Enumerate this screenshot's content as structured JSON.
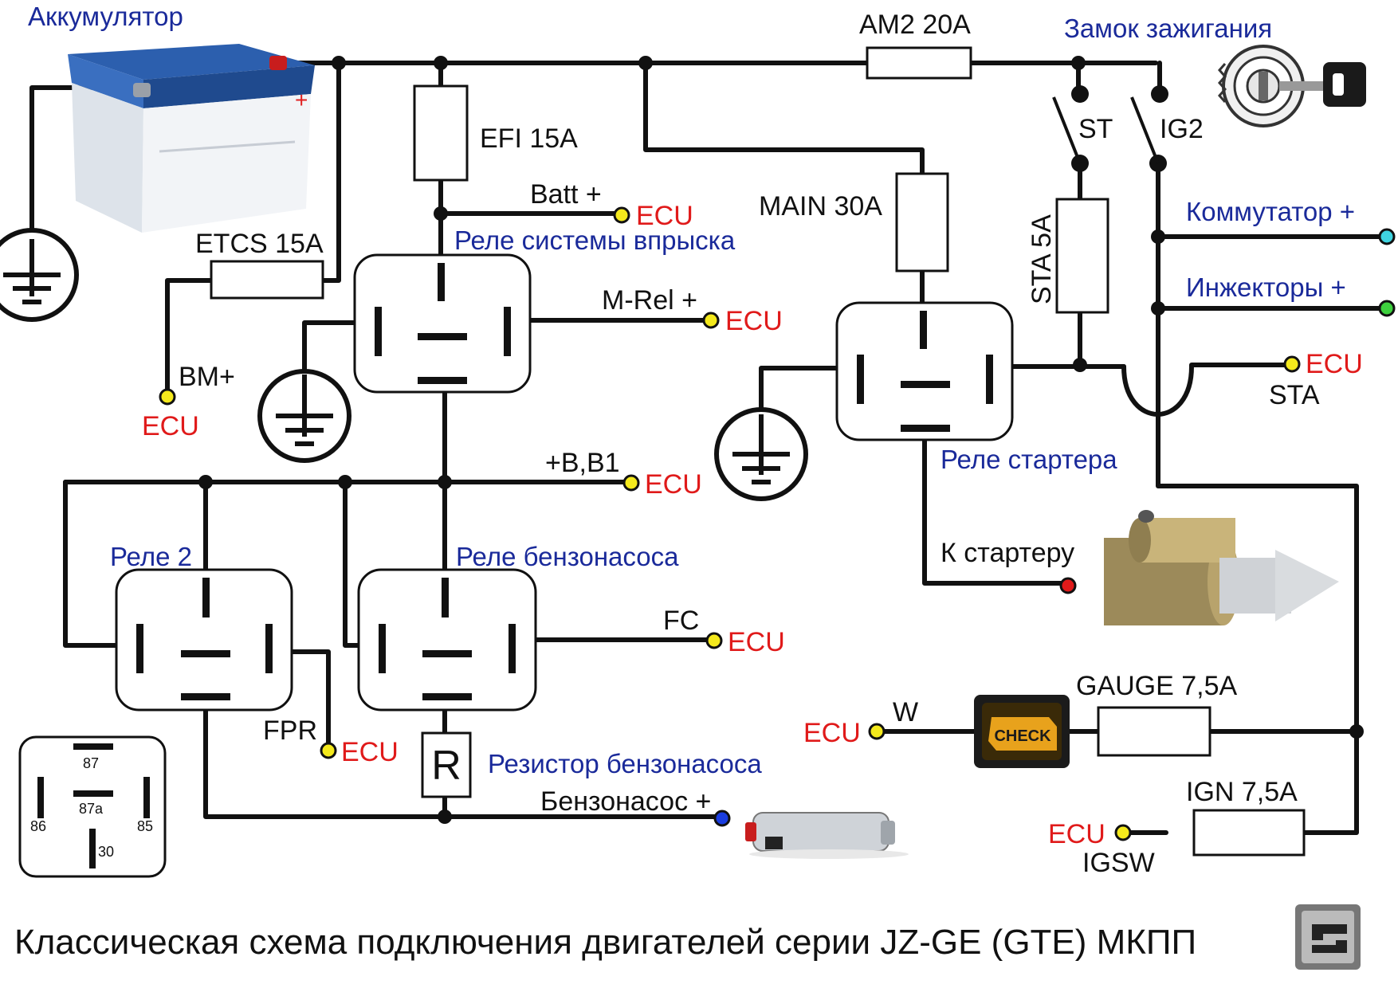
{
  "title": "Классическая схема подключения двигателей серии JZ-GE (GTE) МКПП",
  "components": {
    "battery": "Аккумулятор",
    "ignition_switch": "Замок зажигания",
    "injection_relay": "Реле системы впрыска",
    "starter_relay": "Реле стартера",
    "relay2": "Реле 2",
    "fuel_pump_relay": "Реле бензонасоса",
    "fuel_pump_resistor": "Резистор бензонасоса",
    "resistor_symbol": "R"
  },
  "fuses": {
    "am2": "AM2 20A",
    "efi": "EFI 15A",
    "etcs": "ETCS 15A",
    "main": "MAIN 30A",
    "sta": "STA 5A",
    "gauge": "GAUGE 7,5A",
    "ign": "IGN 7,5A"
  },
  "switch_contacts": {
    "st": "ST",
    "ig2": "IG2"
  },
  "signals": {
    "batt": "Batt +",
    "mrel": "M-Rel +",
    "bm": "BM+",
    "b_b1": "+B,B1",
    "fc": "FC",
    "fpr": "FPR",
    "sta": "STA",
    "w": "W",
    "igsw": "IGSW",
    "commutator": "Коммутатор +",
    "injectors": "Инжекторы +",
    "to_starter": "К стартеру",
    "fuel_pump": "Бензонасос +"
  },
  "ecu_label": "ECU",
  "relay_legend": {
    "p87": "87",
    "p87a": "87a",
    "p86": "86",
    "p85": "85",
    "p30": "30"
  },
  "check_engine_text": "CHECK",
  "colors": {
    "wire": "#111111",
    "component_label": "#1a2a9a",
    "ecu_label": "#e01a1a",
    "ecu_terminal": "#f4e91c",
    "commutator_terminal": "#3fd4e0",
    "injectors_terminal": "#3ed13e",
    "starter_terminal": "#e01a1a",
    "fuel_pump_terminal": "#1a3de0"
  }
}
